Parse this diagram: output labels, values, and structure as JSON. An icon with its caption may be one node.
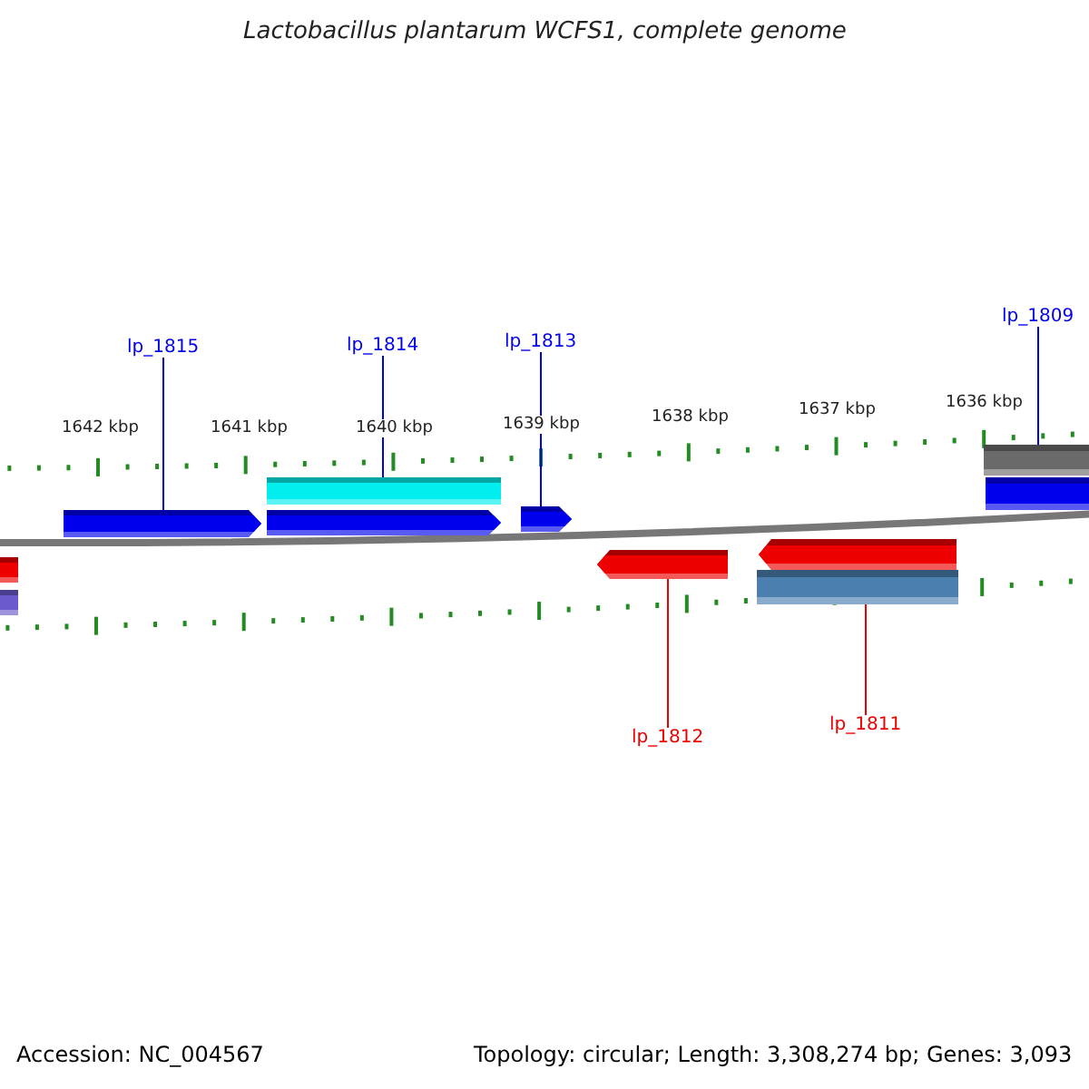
{
  "diagram": {
    "title": "Lactobacillus plantarum WCFS1, complete genome",
    "nodes": [
      {
        "text": [
          "lp_1815"
        ]
      },
      {
        "text": [
          "lp_1814"
        ]
      },
      {
        "text": [
          "lp_1813"
        ]
      },
      {
        "text": [
          "lp_1809"
        ]
      },
      {
        "text": [
          "lp_1812"
        ]
      },
      {
        "text": [
          "lp_1811"
        ]
      },
      {
        "text": [],
        "shape": "bar"
      },
      {
        "text": [],
        "shape": "bar"
      },
      {
        "text": [],
        "shape": "arrow"
      },
      {
        "text": [],
        "shape": "bar"
      },
      {
        "text": [],
        "shape": "arrow"
      },
      {
        "text": [],
        "shape": "arrow"
      },
      {
        "text": [],
        "shape": "arrow"
      },
      {
        "text": [],
        "shape": "arrow"
      },
      {
        "text": [],
        "shape": "bar"
      },
      {
        "text": [],
        "shape": "bar"
      },
      {
        "text": [],
        "shape": "bar"
      }
    ],
    "edges": [
      {
        "from": 0,
        "to": 8,
        "arrow": "none",
        "color": "#0000ee"
      },
      {
        "from": 1,
        "to": 9,
        "arrow": "none",
        "color": "#0000ee"
      },
      {
        "from": 2,
        "to": 11,
        "arrow": "none",
        "color": "#0000ee"
      },
      {
        "from": 3,
        "to": 15,
        "arrow": "none",
        "color": "#0000ee"
      },
      {
        "from": 4,
        "to": 12,
        "arrow": "none",
        "color": "#ee0000"
      },
      {
        "from": 5,
        "to": 14,
        "arrow": "none",
        "color": "#ee0000"
      }
    ],
    "labels": [
      "1642 kbp",
      "1641 kbp",
      "1640 kbp",
      "1639 kbp",
      "1638 kbp",
      "1637 kbp",
      "1636 kbp",
      "Accession: NC_004567",
      "Topology: circular; Length: 3,308,274 bp; Genes: 3,093"
    ]
  }
}
